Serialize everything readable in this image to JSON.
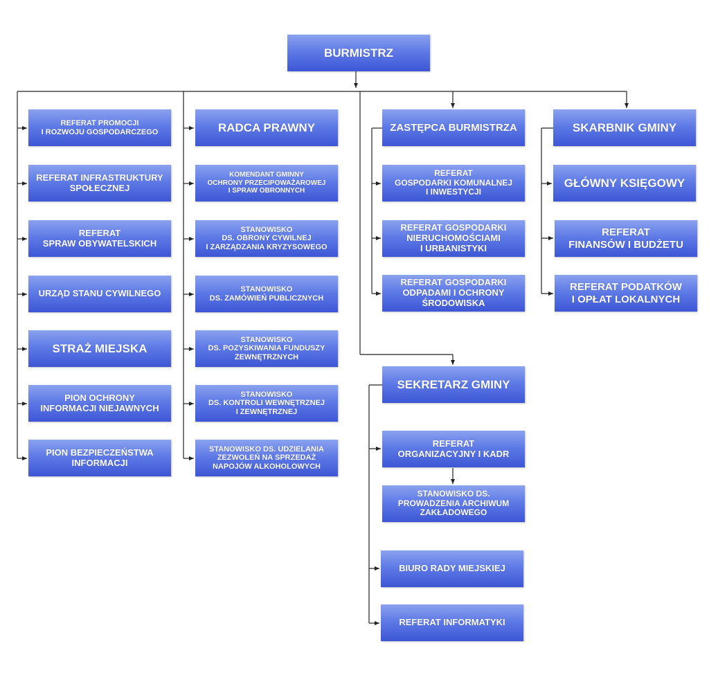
{
  "chart": {
    "root": "BURMISTRZ",
    "left_column": [
      "REFERAT PROMOCJI\nI ROZWOJU GOSPODARCZEGO",
      "REFERAT INFRASTRUKTURY\nSPOŁECZNEJ",
      "REFERAT\nSPRAW OBYWATELSKICH",
      "URZĄD STANU CYWILNEGO",
      "STRAŻ MIEJSKA",
      "PION OCHRONY\nINFORMACJI NIEJAWNYCH",
      "PION BEZPIECZEŃSTWA\nINFORMACJI"
    ],
    "second_column": [
      "RADCA PRAWNY",
      "KOMENDANT GMINNY\nOCHRONY PRZECIPOWAŻAROWEJ\nI SPRAW OBRONNYCH",
      "STANOWISKO\nDS. OBRONY CYWILNEJ\nI ZARZĄDZANIA KRYZYSOWEGO",
      "STANOWISKO\nDS. ZAMÓWIEŃ PUBLICZNYCH",
      "STANOWISKO\nDS. POZYSKIWANIA FUNDUSZY\nZEWNĘTRZNYCH",
      "STANOWISKO\nDS. KONTROLI WEWNĘTRZNEJ\nI ZEWNĘTRZNEJ",
      "STANOWISKO DS. UDZIELANIA\nZEZWOLEŃ NA SPRZEDAŻ\nNAPOJÓW ALKOHOLOWYCH"
    ],
    "deputy": {
      "head": "ZASTĘPCA BURMISTRZA",
      "units": [
        "REFERAT\nGOSPODARKI KOMUNALNEJ\nI INWESTYCJI",
        "REFERAT GOSPODARKI\nNIERUCHOMOŚCIAMI\nI URBANISTYKI",
        "REFERAT GOSPODARKI\nODPADAMI I OCHRONY\nŚRODOWISKA"
      ]
    },
    "treasurer": {
      "head": "SKARBNIK GMINY",
      "units": [
        "GŁÓWNY KSIĘGOWY",
        "REFERAT\nFINANSÓW I BUDŻETU",
        "REFERAT PODATKÓW\nI OPŁAT LOKALNYCH"
      ]
    },
    "secretary": {
      "head": "SEKRETARZ GMINY",
      "units": [
        "REFERAT\nORGANIZACYJNY I KADR",
        "STANOWISKO DS.\nPROWADZENIA ARCHIWUM\nZAKŁADOWEGO",
        "BIURO RADY MIEJSKIEJ",
        "REFERAT INFORMATYKI"
      ]
    }
  }
}
